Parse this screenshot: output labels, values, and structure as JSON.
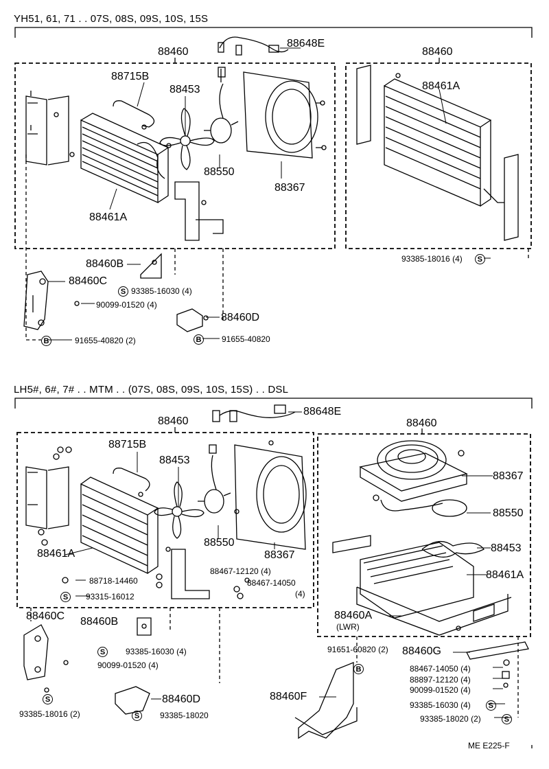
{
  "header_top": "YH51, 61, 71 . . 07S, 08S, 09S, 10S, 15S",
  "header_bottom": "LH5#, 6#, 7# . . MTM . . (07S, 08S, 09S, 10S, 15S) . . DSL",
  "footer_code": "ME  E225-F",
  "badge_s": "S",
  "badge_b": "B",
  "top": {
    "p88648E": "88648E",
    "p88460_left": "88460",
    "p88460_right": "88460",
    "p88715B": "88715B",
    "p88453": "88453",
    "p88550": "88550",
    "p88367": "88367",
    "p88461A_left": "88461A",
    "p88461A_right": "88461A",
    "p88460B": "88460B",
    "p88460C": "88460C",
    "p88460D": "88460D",
    "s93385_16030": "93385-16030 (4)",
    "p90099_01520": "90099-01520 (4)",
    "b91655_40820_2": "91655-40820 (2)",
    "b91655_40820": "91655-40820",
    "s93385_18016": "93385-18016 (4)"
  },
  "bottom": {
    "p88648E": "88648E",
    "p88460_left": "88460",
    "p88460_right": "88460",
    "p88715B": "88715B",
    "p88453_left": "88453",
    "p88453_right": "88453",
    "p88550_left": "88550",
    "p88550_right": "88550",
    "p88367_left": "88367",
    "p88367_right": "88367",
    "p88461A_left": "88461A",
    "p88461A_right": "88461A",
    "p88718_14460": "88718-14460",
    "s93315_16012": "93315-16012",
    "p88467_12120": "88467-12120 (4)",
    "p88467_14050_a": "88467-14050",
    "p88467_14050_b": "(4)",
    "p88460A": "88460A",
    "lwr": "(LWR)",
    "p88460C": "88460C",
    "p88460B": "88460B",
    "s93385_16030": "93385-16030 (4)",
    "p90099_01520": "90099-01520 (4)",
    "s93385_18016": "93385-18016 (2)",
    "p88460D": "88460D",
    "s93385_18020": "93385-18020",
    "b91651_60820": "91651-60820 (2)",
    "p88460G": "88460G",
    "p88467_14050_4": "88467-14050 (4)",
    "p88897_12120": "88897-12120 (4)",
    "p90099_01520_r": "90099-01520 (4)",
    "s93385_16030_r": "93385-16030 (4)",
    "s93385_18020_2": "93385-18020 (2)",
    "p88460F": "88460F"
  }
}
